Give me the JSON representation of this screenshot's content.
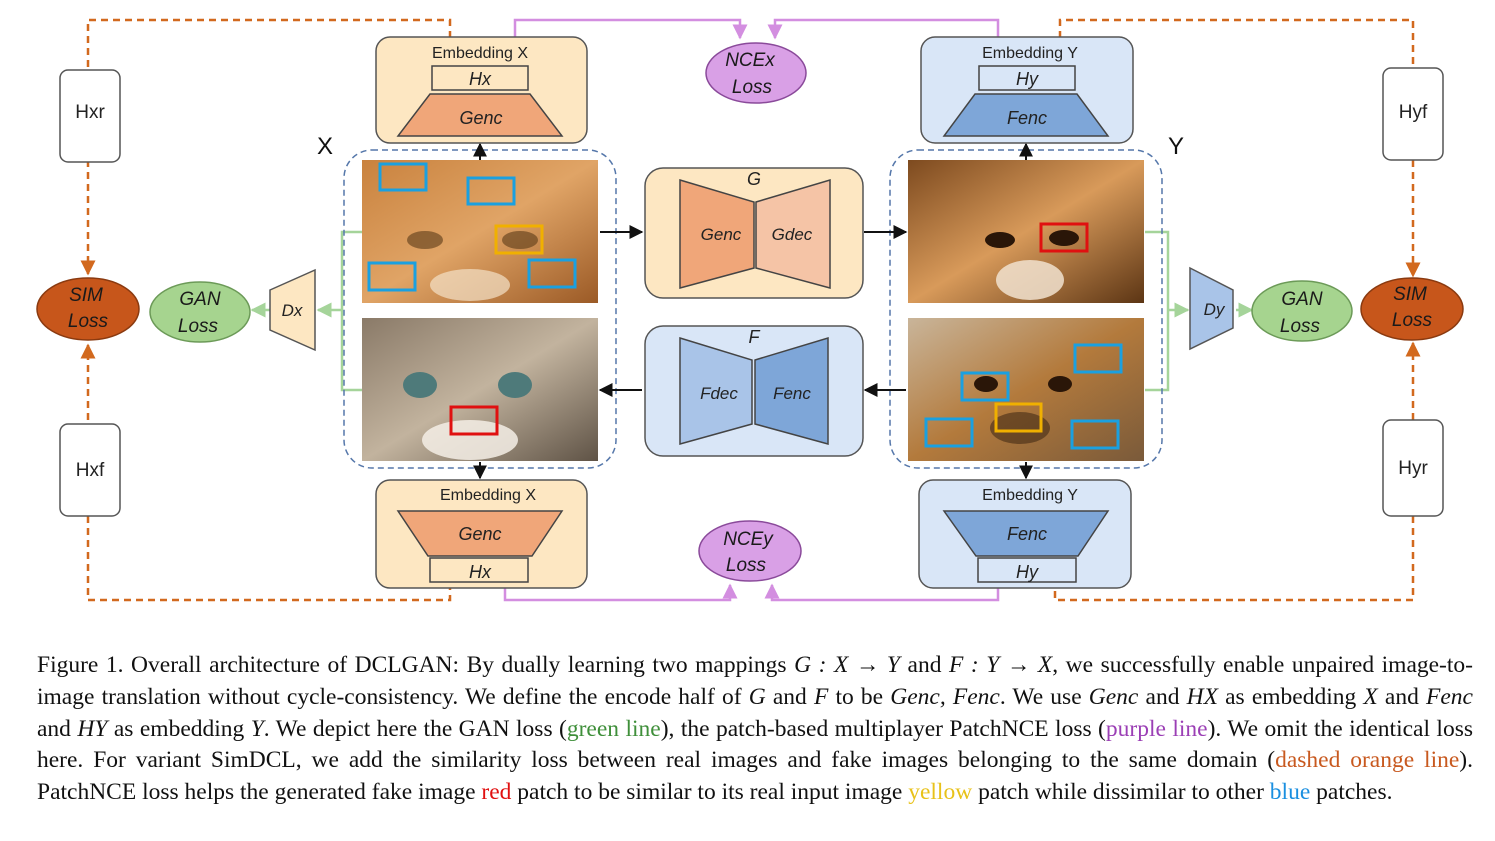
{
  "figure": {
    "domain_x_label": "X",
    "domain_y_label": "Y",
    "embedding_x_label": "Embedding X",
    "embedding_y_label": "Embedding Y",
    "hx": "Hx",
    "hy": "Hy",
    "genc": "Genc",
    "gdec": "Gdec",
    "fenc": "Fenc",
    "fdec": "Fdec",
    "g_label": "G",
    "f_label": "F",
    "nce_x": [
      "NCEx",
      "Loss"
    ],
    "nce_y": [
      "NCEy",
      "Loss"
    ],
    "gan_loss": [
      "GAN",
      "Loss"
    ],
    "sim_loss": [
      "SIM",
      "Loss"
    ],
    "dx": "Dx",
    "dy": "Dy",
    "hxr": "Hxr",
    "hxf": "Hxf",
    "hyf": "Hyf",
    "hyr": "Hyr",
    "colors": {
      "orange_dash": "#d2691e",
      "purple_line": "#d38ee0",
      "green_line": "#a5d49a",
      "embed_x_fill": "#fde7c2",
      "embed_y_fill": "#d9e6f7",
      "enc_orange": "#f0a679",
      "enc_blue": "#7ea6d8",
      "nce_fill": "#d9a0e6",
      "gan_fill": "#a6d48f",
      "sim_fill": "#c7561b"
    }
  },
  "caption": {
    "p1": "Figure 1. Overall architecture of DCLGAN: By dually learning two mappings ",
    "m1": "G : X → Y",
    "p2": " and ",
    "m2": "F : Y → X",
    "p3": ", we successfully enable unpaired image-to-image translation without cycle-consistency. We define the encode half of ",
    "m3": "G",
    "p4": " and ",
    "m4": "F",
    "p5": " to be ",
    "m5": "Genc, Fenc",
    "p6": ". We use ",
    "m6": "Genc",
    "p7": " and ",
    "m7": "HX",
    "p8": " as embedding ",
    "m8": "X",
    "p9": " and ",
    "m9": "Fenc",
    "p10": " and ",
    "m10": "HY",
    "p11": " as embedding ",
    "m11": "Y",
    "p12": ". We depict here the GAN loss (",
    "green": "green line",
    "p13": "), the patch-based multiplayer PatchNCE loss (",
    "purple": "purple line",
    "p14": "). We omit the identical loss here. For variant SimDCL, we add the similarity loss between real images and fake images belonging to the same domain (",
    "orange": "dashed orange line",
    "p15": "). PatchNCE loss helps the generated fake image ",
    "red": "red",
    "p16": " patch to be similar to its real input image ",
    "yellow": "yellow",
    "p17": " patch while dissimilar to other ",
    "blue": "blue",
    "p18": " patches."
  }
}
